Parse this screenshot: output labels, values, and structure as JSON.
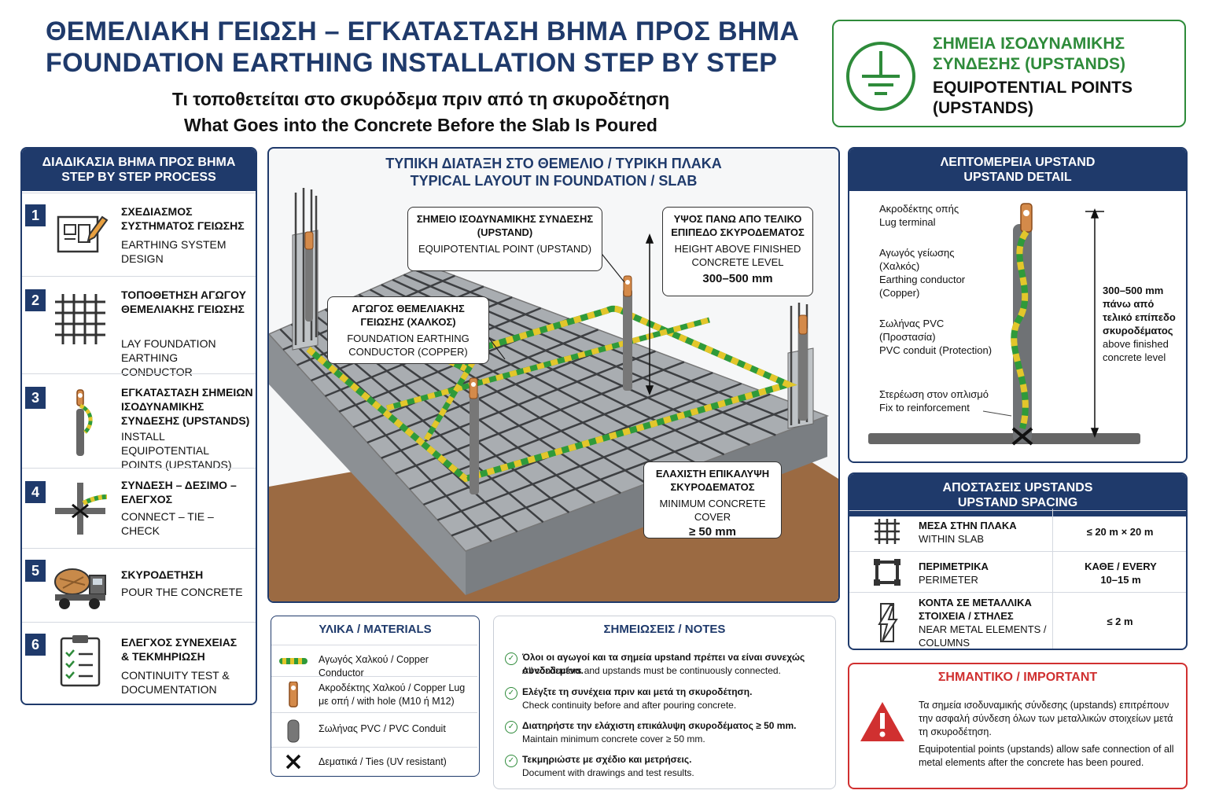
{
  "header": {
    "title_gr": "ΘΕΜΕΛΙΑΚΗ ΓΕΙΩΣΗ – ΕΓΚΑΤΑΣΤΑΣΗ ΒΗΜΑ ΠΡΟΣ ΒΗΜΑ",
    "title_en": "FOUNDATION EARTHING INSTALLATION STEP BY STEP",
    "subtitle_gr": "Τι τοποθετείται στο σκυρόδεμα πριν από τη σκυροδέτηση",
    "subtitle_en": "What Goes into the Concrete Before the Slab Is Poured"
  },
  "equipotential_box": {
    "icon": "earth-ground-icon",
    "title_gr": "ΣΗΜΕΙΑ ΙΣΟΔΥΝΑΜΙΚΗΣ ΣΥΝΔΕΣΗΣ (UPSTANDS)",
    "title_en": "EQUIPOTENTIAL POINTS (UPSTANDS)",
    "accent": "#2e8b3a"
  },
  "steps_panel": {
    "title_gr": "ΔΙΑΔΙΚΑΣΙΑ ΒΗΜΑ ΠΡΟΣ ΒΗΜΑ",
    "title_en": "STEP BY STEP PROCESS",
    "steps": [
      {
        "num": "1",
        "gr": "ΣΧΕΔΙΑΣΜΟΣ ΣΥΣΤΗΜΑΤΟΣ ΓΕΙΩΣΗΣ",
        "en": "EARTHING SYSTEM DESIGN",
        "icon": "blueprint-pencil-icon"
      },
      {
        "num": "2",
        "gr": "ΤΟΠΟΘΕΤΗΣΗ ΑΓΩΓΟΥ ΘΕΜΕΛΙΑΚΗΣ ΓΕΙΩΣΗΣ",
        "en": "LAY FOUNDATION EARTHING CONDUCTOR",
        "icon": "mesh-grid-icon"
      },
      {
        "num": "3",
        "gr": "ΕΓΚΑΤΑΣΤΑΣΗ ΣΗΜΕΙΩΝ ΙΣΟΔΥΝΑΜΙΚΗΣ ΣΥΝΔΕΣΗΣ (UPSTANDS)",
        "en": "INSTALL EQUIPOTENTIAL POINTS (UPSTANDS)",
        "icon": "upstand-icon"
      },
      {
        "num": "4",
        "gr": "ΣΥΝΔΕΣΗ – ΔΕΣΙΜΟ – ΕΛΕΓΧΟΣ",
        "en": "CONNECT – TIE – CHECK",
        "icon": "tie-connection-icon"
      },
      {
        "num": "5",
        "gr": "ΣΚΥΡΟΔΕΤΗΣΗ",
        "en": "POUR THE CONCRETE",
        "icon": "concrete-mixer-truck-icon"
      },
      {
        "num": "6",
        "gr": "ΕΛΕΓΧΟΣ ΣΥΝΕΧΕΙΑΣ & ΤΕΚΜΗΡΙΩΣΗ",
        "en": "CONTINUITY TEST & DOCUMENTATION",
        "icon": "clipboard-checklist-icon"
      }
    ]
  },
  "layout_panel": {
    "title_gr": "ΤΥΠΙΚΗ ΔΙΑΤΑΞΗ ΣΤΟ ΘΕΜΕΛΙΟ / ΤΥΡΙΚΗ ΠΛΑΚΑ",
    "title_en": "TYPICAL LAYOUT IN FOUNDATION / SLAB",
    "callouts": {
      "upstand_gr": "ΣΗΜΕΙΟ ΙΣΟΔΥΝΑΜΙΚΗΣ ΣΥΝΔΕΣΗΣ (UPSTAND)",
      "upstand_en": "EQUIPOTENTIAL POINT (UPSTAND)",
      "height_gr": "ΥΨΟΣ ΠΑΝΩ ΑΠΟ ΤΕΛΙΚΟ ΕΠΙΠΕΔΟ ΣΚΥΡΟΔΕΜΑΤΟΣ",
      "height_en": "HEIGHT ABOVE FINISHED CONCRETE LEVEL",
      "height_val": "300–500 mm",
      "conductor_gr": "ΑΓΩΓΟΣ ΘΕΜΕΛΙΑΚΗΣ ΓΕΙΩΣΗΣ (ΧΑΛΚΟΣ)",
      "conductor_en": "FOUNDATION EARTHING CONDUCTOR (COPPER)",
      "cover_gr": "ΕΛΑΧΙΣΤΗ ΕΠΙΚΑΛΥΨΗ ΣΚΥΡΟΔΕΜΑΤΟΣ",
      "cover_en": "MINIMUM CONCRETE COVER",
      "cover_val": "≥ 50 mm"
    },
    "colors": {
      "conductor_green": "#2f9a3a",
      "conductor_yellow": "#e3c62b",
      "concrete": "#a9adb1",
      "soil": "#9b6a42",
      "copper": "#d48a4a"
    }
  },
  "detail_panel": {
    "title_gr": "ΛΕΠΤΟΜΕΡΕΙΑ UPSTAND",
    "title_en": "UPSTAND DETAIL",
    "labels": [
      {
        "gr": "Ακροδέκτης οπής",
        "en": "Lug terminal"
      },
      {
        "gr": "Αγωγός γείωσης (Χαλκός)",
        "en": "Earthing conductor (Copper)"
      },
      {
        "gr": "Σωλήνας PVC (Προστασία)",
        "en": "PVC conduit (Protection)"
      },
      {
        "gr": "Στερέωση στον οπλισμό",
        "en": "Fix to reinforcement"
      }
    ],
    "height_gr": "300–500 mm πάνω από τελικό επίπεδο σκυροδέματος",
    "height_en": "above finished concrete level"
  },
  "spacing_panel": {
    "title_gr": "ΑΠΟΣΤΑΣΕΙΣ UPSTANDS",
    "title_en": "UPSTAND SPACING",
    "rows": [
      {
        "gr": "ΜΕΣΑ ΣΤΗΝ ΠΛΑΚΑ",
        "en": "WITHIN SLAB",
        "value": "≤ 20 m × 20 m",
        "icon": "slab-grid-icon"
      },
      {
        "gr": "ΠΕΡΙΜΕΤΡΙΚΑ",
        "en": "PERIMETER",
        "value": "ΚΑΘΕ / EVERY 10–15 m",
        "icon": "perimeter-square-icon"
      },
      {
        "gr": "ΚΟΝΤΑ ΣΕ ΜΕΤΑΛΛΙΚΑ ΣΤΟΙΧΕΙΑ / ΣΤΗΛΕΣ",
        "en": "NEAR METAL ELEMENTS / COLUMNS",
        "value": "≤ 2 m",
        "icon": "lightning-column-icon"
      }
    ]
  },
  "materials_panel": {
    "title": "ΥΛΙΚΑ / MATERIALS",
    "items": [
      {
        "text": "Αγωγός Χαλκού / Copper Conductor",
        "icon": "striped-conductor-icon"
      },
      {
        "text": "Ακροδέκτης Χαλκού / Copper Lug με οπή / with hole (M10 ή M12)",
        "icon": "copper-lug-icon"
      },
      {
        "text": "Σωλήνας PVC / PVC Conduit",
        "icon": "pvc-conduit-icon"
      },
      {
        "text": "Δεματικά / Ties (UV resistant)",
        "icon": "ties-cross-icon"
      }
    ]
  },
  "notes_panel": {
    "title": "ΣΗΜΕΙΩΣΕΙΣ / NOTES",
    "items": [
      {
        "gr": "Όλοι οι αγωγοί και τα σημεία upstand πρέπει να είναι συνεχώς συνδεδεμένα.",
        "en": "All conductors and upstands must be continuously connected."
      },
      {
        "gr": "Ελέγξτε τη συνέχεια πριν και μετά τη σκυροδέτηση.",
        "en": "Check continuity before and after pouring concrete."
      },
      {
        "gr": "Διατηρήστε την ελάχιστη επικάλυψη σκυροδέματος ≥ 50 mm.",
        "en": "Maintain minimum concrete cover ≥ 50 mm."
      },
      {
        "gr": "Τεκμηριώστε με σχέδιο και μετρήσεις.",
        "en": "Document with drawings and test results."
      }
    ]
  },
  "important_panel": {
    "title": "ΣΗΜΑΝΤΙΚΟ / IMPORTANT",
    "text_gr": "Τα σημεία ισοδυναμικής σύνδεσης (upstands) επιτρέπουν την ασφαλή σύνδεση όλων των μεταλλικών στοιχείων μετά τη σκυροδέτηση.",
    "text_en": "Equipotential points (upstands) allow safe connection of all metal elements after the concrete has been poured.",
    "accent": "#d03030"
  }
}
